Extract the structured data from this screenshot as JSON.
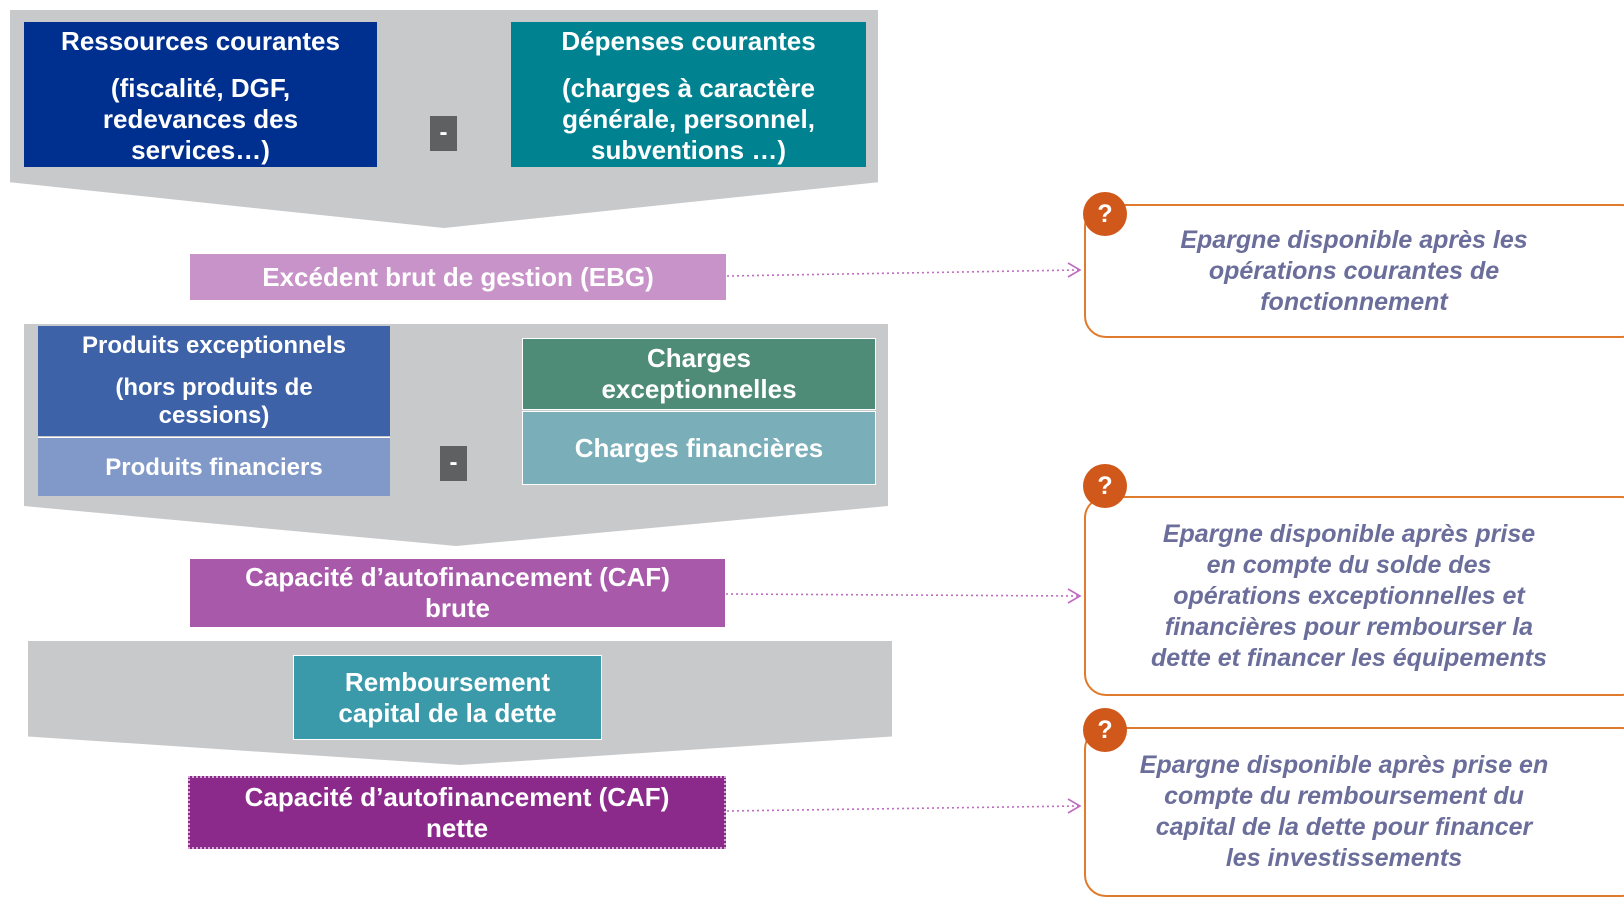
{
  "block1": {
    "left_box": {
      "title": "Ressources courantes",
      "lines": [
        "(fiscalité, DGF,",
        "redevances des",
        "services…)"
      ]
    },
    "operator": "-",
    "right_box": {
      "title": "Dépenses courantes",
      "lines": [
        "(charges à caractère",
        "générale, personnel,",
        "subventions …)"
      ]
    }
  },
  "ebg": {
    "label": "Excédent brut de gestion (EBG)"
  },
  "block2": {
    "produits_exceptionnels": {
      "title": "Produits exceptionnels",
      "lines": [
        "(hors produits de",
        "cessions)"
      ]
    },
    "produits_financiers": "Produits financiers",
    "operator": "-",
    "charges_exceptionnelles": [
      "Charges",
      "exceptionnelles"
    ],
    "charges_financieres": "Charges financières"
  },
  "caf_brute": {
    "lines": [
      "Capacité d’autofinancement (CAF)",
      "brute"
    ]
  },
  "block3": {
    "lines": [
      "Remboursement",
      "capital de la dette"
    ]
  },
  "caf_nette": {
    "lines": [
      "Capacité d’autofinancement (CAF)",
      "nette"
    ]
  },
  "callouts": [
    {
      "icon": "?",
      "lines": [
        "Epargne disponible après les",
        "opérations courantes de",
        "fonctionnement"
      ]
    },
    {
      "icon": "?",
      "lines": [
        "Epargne disponible après prise",
        "en compte du solde des",
        "opérations exceptionnelles et",
        "financières pour rembourser la",
        "dette et financer les équipements"
      ]
    },
    {
      "icon": "?",
      "lines": [
        "Epargne disponible après prise en",
        "compte du remboursement du",
        "capital de la dette pour financer",
        "les investissements"
      ]
    }
  ],
  "colors": {
    "ressources": "#00308f",
    "depenses": "#008290",
    "ebg": "#c893c9",
    "produits_exc": "#3d62a8",
    "produits_fin": "#8199c8",
    "charges_exc": "#4f8c77",
    "charges_fin": "#7aaeb8",
    "caf_brute": "#a859aa",
    "remboursement": "#3a9aaa",
    "caf_nette": "#8c2a8c",
    "funnel": "#c8c9cb",
    "callout_border": "#e07a2c",
    "question_badge": "#d0581a"
  }
}
